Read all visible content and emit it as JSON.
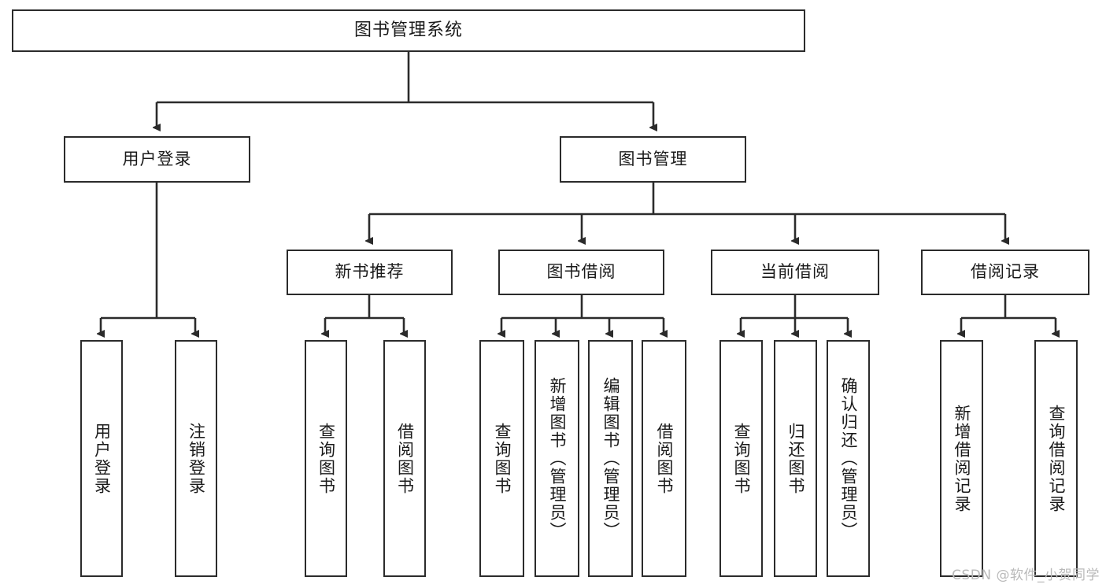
{
  "diagram": {
    "title": "图书管理系统",
    "watermark": "CSDN @软件_小贺同学",
    "line_color": "#2b2b2b",
    "box_fill": "#ffffff",
    "text_color": "#1a1a1a",
    "watermark_color": "#b9b9b9",
    "levels": {
      "root": "图书管理系统",
      "level2": [
        "用户登录",
        "图书管理"
      ],
      "level3": [
        "新书推荐",
        "图书借阅",
        "当前借阅",
        "借阅记录"
      ],
      "leaves": [
        "用户登录",
        "注销登录",
        "查询图书",
        "借阅图书",
        "查询图书",
        "新增图书（管理员）",
        "编辑图书（管理员）",
        "借阅图书",
        "查询图书",
        "归还图书",
        "确认归还（管理员）",
        "新增借阅记录",
        "查询借阅记录"
      ]
    },
    "nodes": {
      "root": {
        "label": "图书管理系统"
      },
      "user_login": {
        "label": "用户登录"
      },
      "book_manage": {
        "label": "图书管理"
      },
      "new_book_rec": {
        "label": "新书推荐"
      },
      "book_borrow": {
        "label": "图书借阅"
      },
      "current_borrow": {
        "label": "当前借阅"
      },
      "borrow_record": {
        "label": "借阅记录"
      },
      "leaf_user_login": {
        "label": "用户登录"
      },
      "leaf_logout": {
        "label": "注销登录"
      },
      "leaf_query_book_1": {
        "label": "查询图书"
      },
      "leaf_borrow_book_1": {
        "label": "借阅图书"
      },
      "leaf_query_book_2": {
        "label": "查询图书"
      },
      "leaf_add_book": {
        "label": "新增图书（管理员）"
      },
      "leaf_edit_book": {
        "label": "编辑图书（管理员）"
      },
      "leaf_borrow_book_2": {
        "label": "借阅图书"
      },
      "leaf_query_book_3": {
        "label": "查询图书"
      },
      "leaf_return_book": {
        "label": "归还图书"
      },
      "leaf_confirm_return": {
        "label": "确认归还（管理员）"
      },
      "leaf_add_record": {
        "label": "新增借阅记录"
      },
      "leaf_query_record": {
        "label": "查询借阅记录"
      }
    }
  }
}
